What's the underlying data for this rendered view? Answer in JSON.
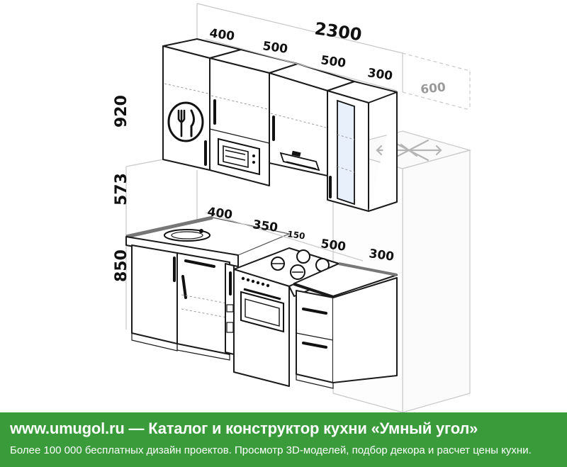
{
  "dimensions": {
    "total_width": "2300",
    "upper_400": "400",
    "upper_500_a": "500",
    "upper_500_b": "500",
    "upper_300": "300",
    "fridge_600": "600",
    "height_upper": "920",
    "height_gap": "573",
    "height_base": "850",
    "base_400": "400",
    "base_350": "350",
    "base_150": "150",
    "base_500": "500",
    "base_300": "300"
  },
  "banner": {
    "title": "www.umugol.ru — Каталог и конструктор кухни «Умный угол»",
    "subtitle": "Более 100 000 бесплатных дизайн проектов. Просмотр 3D-моделей, подбор декора и расчет цены кухни."
  },
  "colors": {
    "banner": "#3a9b3a",
    "line": "#1a1a1a",
    "ghost": "#c8c8c8"
  }
}
